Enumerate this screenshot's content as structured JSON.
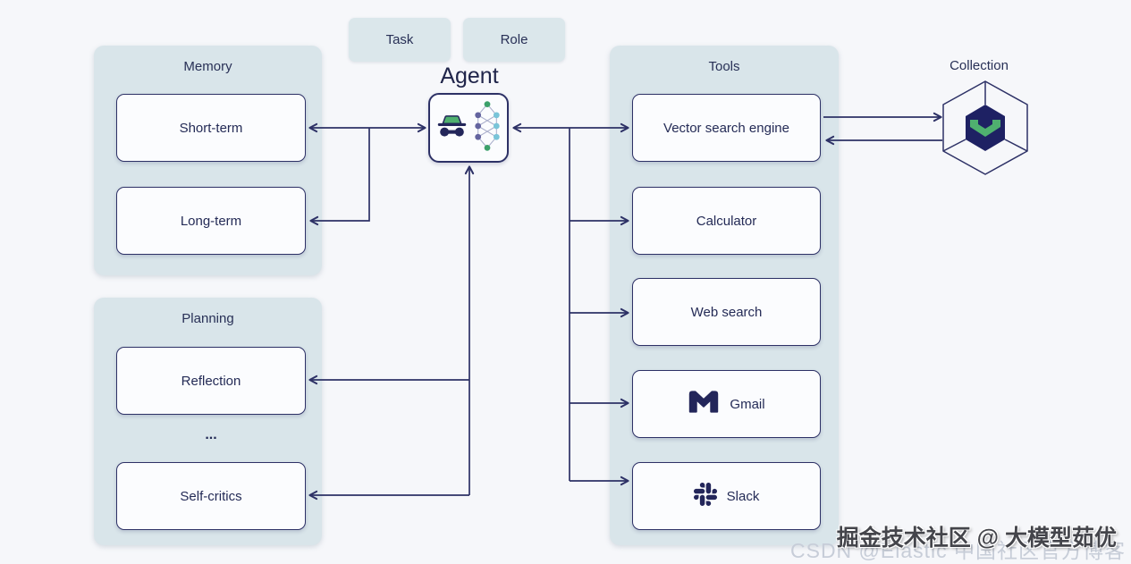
{
  "diagram": {
    "agent": {
      "title": "Agent"
    },
    "task_label": "Task",
    "role_label": "Role",
    "memory": {
      "title": "Memory",
      "items": [
        {
          "label": "Short-term"
        },
        {
          "label": "Long-term"
        }
      ]
    },
    "planning": {
      "title": "Planning",
      "ellipsis": "...",
      "items": [
        {
          "label": "Reflection"
        },
        {
          "label": "Self-critics"
        }
      ]
    },
    "tools": {
      "title": "Tools",
      "items": [
        {
          "label": "Vector search engine"
        },
        {
          "label": "Calculator"
        },
        {
          "label": "Web search"
        },
        {
          "label": "Gmail",
          "icon": "gmail-icon"
        },
        {
          "label": "Slack",
          "icon": "slack-icon"
        }
      ]
    },
    "collection": {
      "title": "Collection",
      "icon": "weaviate-hexagon-icon"
    }
  },
  "agent_icons": [
    "incognito-icon",
    "neural-network-icon"
  ],
  "watermarks": {
    "primary": "掘金技术社区 @ 大模型茹优",
    "secondary": "CSDN @Elastic 中国社区官方博客"
  },
  "colors": {
    "background": "#f6f7fa",
    "panel": "#d9e5ea",
    "node_fill": "#fbfcfe",
    "line": "#2d3166",
    "text": "#242b56",
    "green": "#4fb06f",
    "teal": "#79c4d8",
    "purple": "#64649f",
    "navy": "#23265a",
    "watermark_gray": "#c7cdd8"
  }
}
